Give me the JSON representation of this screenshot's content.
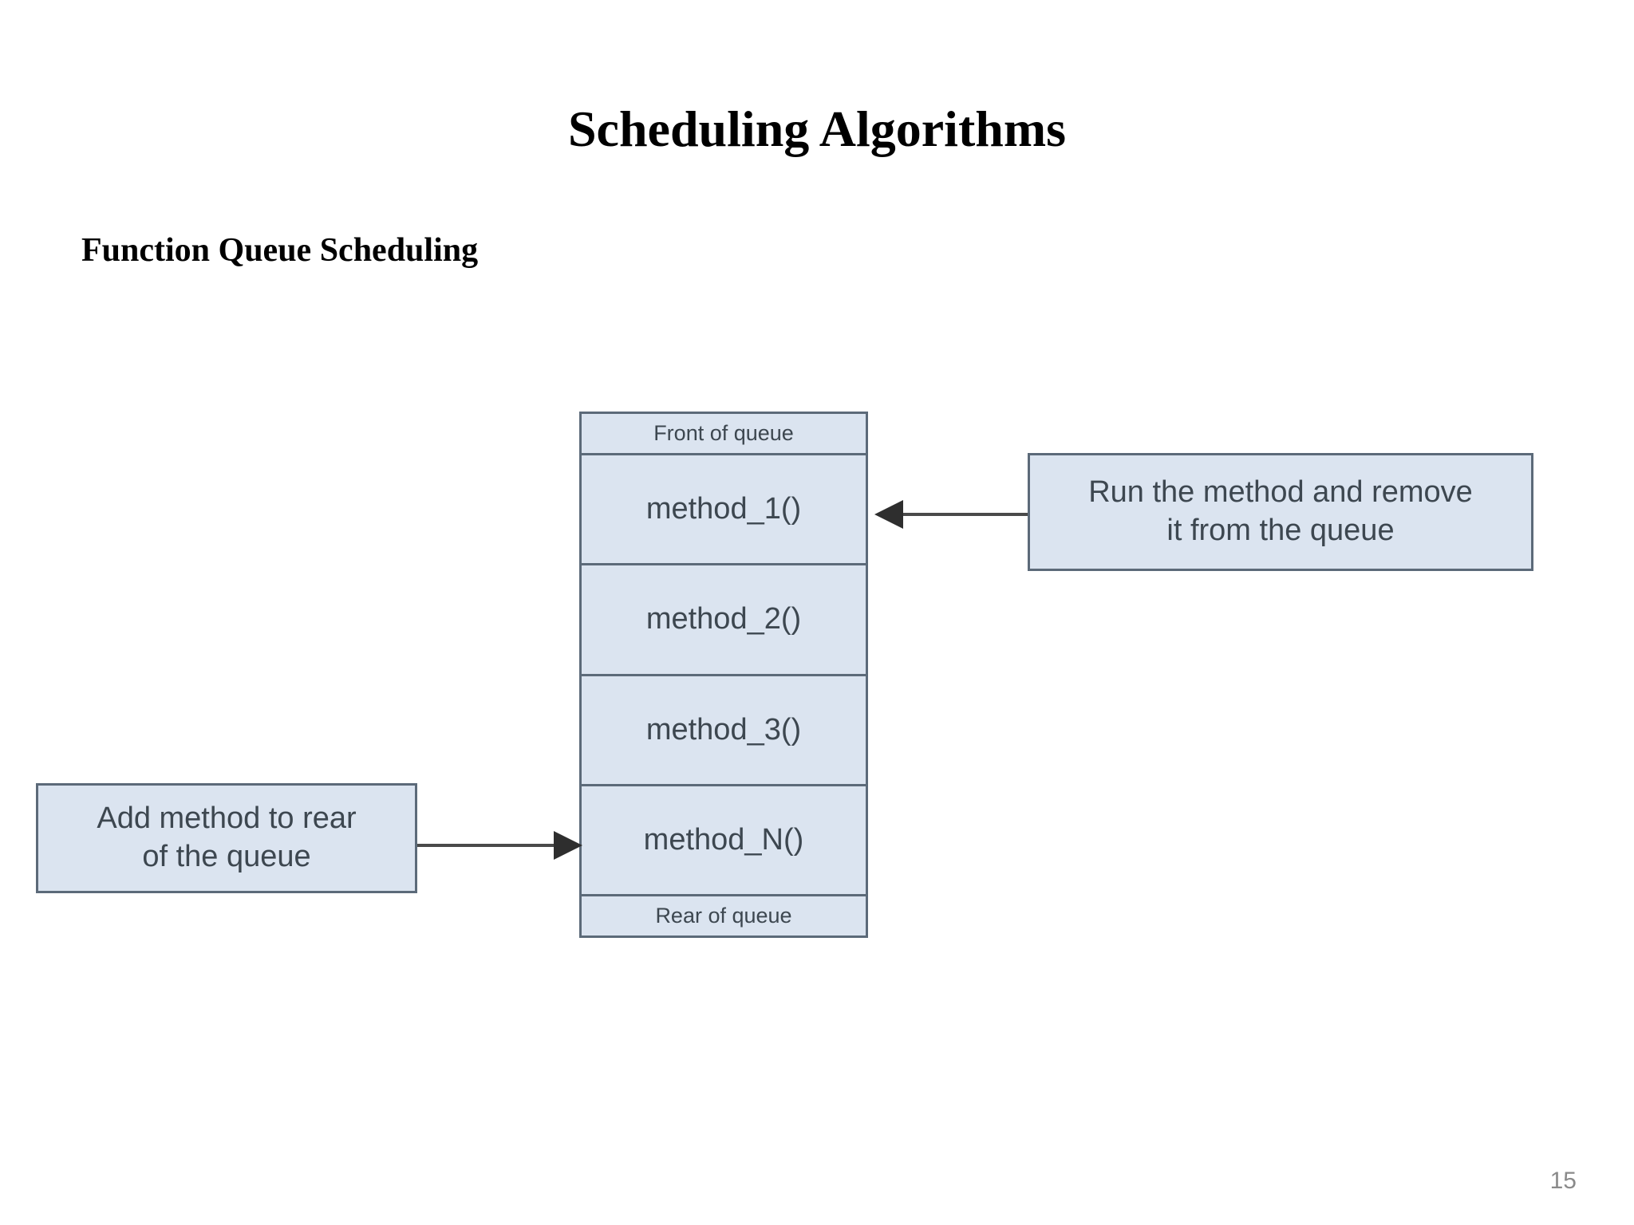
{
  "slide": {
    "title": "Scheduling Algorithms",
    "subtitle": "Function Queue Scheduling",
    "page_number": "15"
  },
  "colors": {
    "box_fill": "#dbe4f0",
    "box_border": "#5c6a79",
    "box_text": "#3d4750",
    "title_text": "#000000",
    "page_number_text": "#8a8a8a",
    "arrow": "#4a4a4a",
    "background": "#ffffff"
  },
  "diagram": {
    "type": "queue",
    "queue": {
      "front_label": "Front of queue",
      "rear_label": "Rear of queue",
      "items": [
        {
          "label": "method_1()"
        },
        {
          "label": "method_2()"
        },
        {
          "label": "method_3()"
        },
        {
          "label": "method_N()"
        }
      ]
    },
    "callouts": [
      {
        "id": "run-and-remove",
        "line1": "Run the method and remove",
        "line2": "it from the queue",
        "points_to": "method_1()",
        "arrow_direction": "left"
      },
      {
        "id": "add-to-rear",
        "line1": "Add method to rear",
        "line2": "of the queue",
        "points_to": "method_N()",
        "arrow_direction": "right"
      }
    ]
  }
}
